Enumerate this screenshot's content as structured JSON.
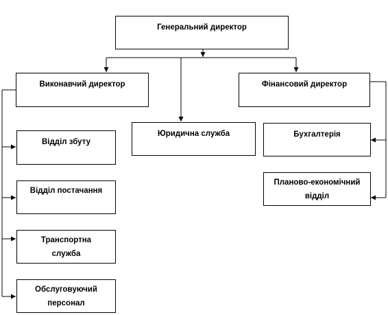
{
  "org_chart": {
    "general_director": "Генеральний директор",
    "executive_director": "Виконавчий директор",
    "financial_director": "Фінансовий директор",
    "legal_service": "Юридична служба",
    "sales_department": "Відділ збуту",
    "supply_department": "Відділ постачання",
    "transport_service": "Транспортна служба",
    "service_staff": "Обслуговуючий персонал",
    "accounting": "Бухгалтерія",
    "planning_economic_department": "Планово-економічний відділ"
  }
}
